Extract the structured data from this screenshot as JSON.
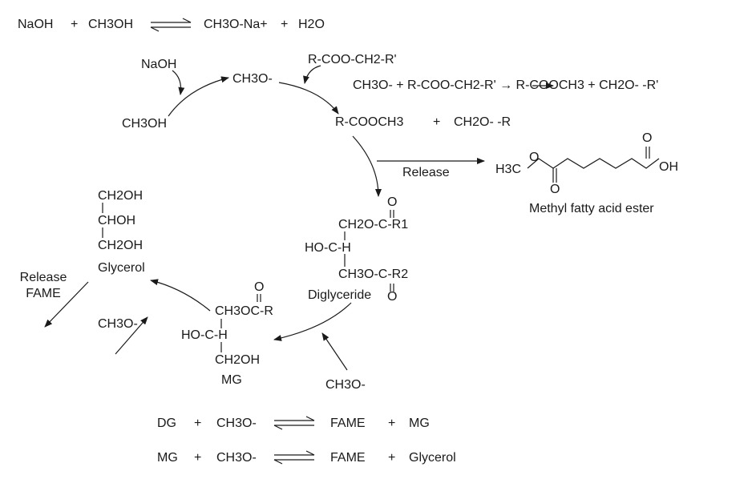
{
  "equations": {
    "eq1": {
      "lhs1": "NaOH",
      "plus1": "+",
      "lhs2": "CH3OH",
      "rhs1": "CH3O-Na+",
      "plus2": "+",
      "rhs2": "H2O"
    },
    "eq2": {
      "lhs1": "DG",
      "plus1": "+",
      "lhs2": "CH3O-",
      "rhs1": "FAME",
      "plus2": "+",
      "rhs2": "MG"
    },
    "eq3": {
      "lhs1": "MG",
      "plus1": "+",
      "lhs2": "CH3O-",
      "rhs1": "FAME",
      "plus2": "+",
      "rhs2": "Glycerol"
    }
  },
  "cycle": {
    "naoh": "NaOH",
    "ch3oh": "CH3OH",
    "methoxide": "CH3O-",
    "ester_reactant": "R-COO-CH2-R'",
    "reaction_line": "CH3O- + R-COO-CH2-R' → R-COOCH3 + CH2O- -R'",
    "product_ester": "R-COOCH3",
    "product_plus": "+",
    "product_alkoxide": "CH2O- -R",
    "release_label": "Release",
    "fame_caption": "Methyl fatty acid ester",
    "fame_methyl": "H3C",
    "fame_oxygen": "O",
    "fame_carbonyl_o1": "O",
    "fame_carbonyl_o2": "O",
    "fame_oh": "OH",
    "diglyceride_name": "Diglyceride",
    "dg_row1": "CH2O-C-R1",
    "dg_row2": "HO-C-H",
    "dg_row3": "CH3O-C-R2",
    "dg_o_top": "O",
    "dg_o_bottom": "O",
    "mg_name": "MG",
    "mg_row1": "CH3OC-R",
    "mg_row2": "HO-C-H",
    "mg_row3": "CH2OH",
    "mg_o_top": "O",
    "glycerol_name": "Glycerol",
    "gly_row1": "CH2OH",
    "gly_row2": "CHOH",
    "gly_row3": "CH2OH",
    "release_fame_1": "Release",
    "release_fame_2": "FAME",
    "methoxide_left": "CH3O-",
    "methoxide_bottom": "CH3O-"
  },
  "colors": {
    "ink": "#1a1a1a",
    "background": "#ffffff"
  }
}
